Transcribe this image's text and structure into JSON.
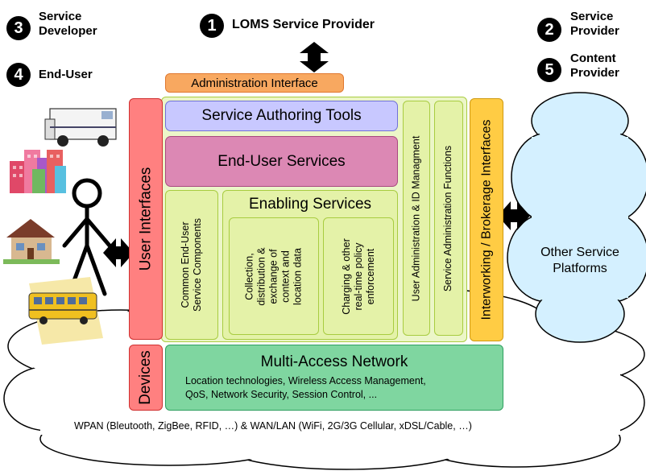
{
  "roles": {
    "r1": {
      "number": "1",
      "label": "LOMS Service Provider"
    },
    "r2": {
      "number": "2",
      "label": "Service Provider"
    },
    "r3": {
      "number": "3",
      "label": "Service Developer"
    },
    "r4": {
      "number": "4",
      "label": "End-User"
    },
    "r5": {
      "number": "5",
      "label": "Content Provider"
    }
  },
  "platform": {
    "admin_interface": "Administration Interface",
    "service_authoring_tools": "Service Authoring Tools",
    "end_user_services": "End-User Services",
    "user_interfaces": "User Interfaces",
    "devices": "Devices",
    "common_components": [
      "Common End-User",
      "Service Components"
    ],
    "enabling_services": "Enabling Services",
    "collection_lines": [
      "Collection,",
      "distribution &",
      "exchange of",
      "context and",
      "location data"
    ],
    "charging_lines": [
      "Charging & other",
      "real-time policy",
      "enforcement"
    ],
    "user_admin": "User Administration & ID Managment",
    "service_admin": "Service Administration Functions",
    "interworking": "Interworking / Brokerage Interfaces",
    "network_title": "Multi-Access Network",
    "network_lines": [
      "Location technologies, Wireless Access Management,",
      "QoS, Network Security, Session Control, ..."
    ]
  },
  "external": {
    "other_platforms": [
      "Other Service",
      "Platforms"
    ],
    "access_networks": "WPAN (Bleutooth, ZigBee, RFID, …) & WAN/LAN (WiFi, 2G/3G Cellular, xDSL/Cable, …)"
  },
  "colors": {
    "admin": "#f8a860",
    "authoring": "#c8c8ff",
    "enduser": "#dc88b4",
    "user_iface": "#ff8080",
    "green_light": "#e4f2a8",
    "green_frame": "#ecf6c8",
    "interworking": "#ffcc44",
    "network": "#7fd6a0",
    "cloud": "#d4f0ff"
  }
}
